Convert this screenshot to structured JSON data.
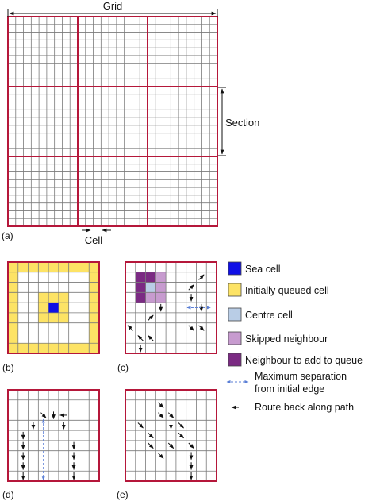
{
  "figure": {
    "colors": {
      "grid_border": "#b5173a",
      "cell_line": "#7a7a7a",
      "sea_cell": "#1010e6",
      "queued_cell": "#fde365",
      "centre_cell": "#b9cde6",
      "skipped_neighbour": "#c79bcf",
      "neighbour_to_add": "#7b2a83",
      "separation_arrow": "#5b7fd6",
      "route_arrow": "#111111"
    },
    "panel_a": {
      "tag": "(a)",
      "grid_label": "Grid",
      "section_label": "Section",
      "cell_label": "Cell"
    },
    "panel_b": {
      "tag": "(b)"
    },
    "panel_c": {
      "tag": "(c)"
    },
    "panel_d": {
      "tag": "(d)"
    },
    "panel_e": {
      "tag": "(e)"
    },
    "legend": [
      {
        "label": "Sea cell",
        "swatch": "sea_cell"
      },
      {
        "label": "Initially queued cell",
        "swatch": "queued_cell"
      },
      {
        "label": "Centre cell",
        "swatch": "centre_cell"
      },
      {
        "label": "Skipped neighbour",
        "swatch": "skipped_neighbour"
      },
      {
        "label": "Neighbour to add to queue",
        "swatch": "neighbour_to_add"
      },
      {
        "label_line1": "Maximum separation",
        "label_line2": "from initial edge",
        "icon": "dashed-double-arrow-icon"
      },
      {
        "label": "Route back along path",
        "icon": "route-arrow-icon"
      }
    ]
  }
}
